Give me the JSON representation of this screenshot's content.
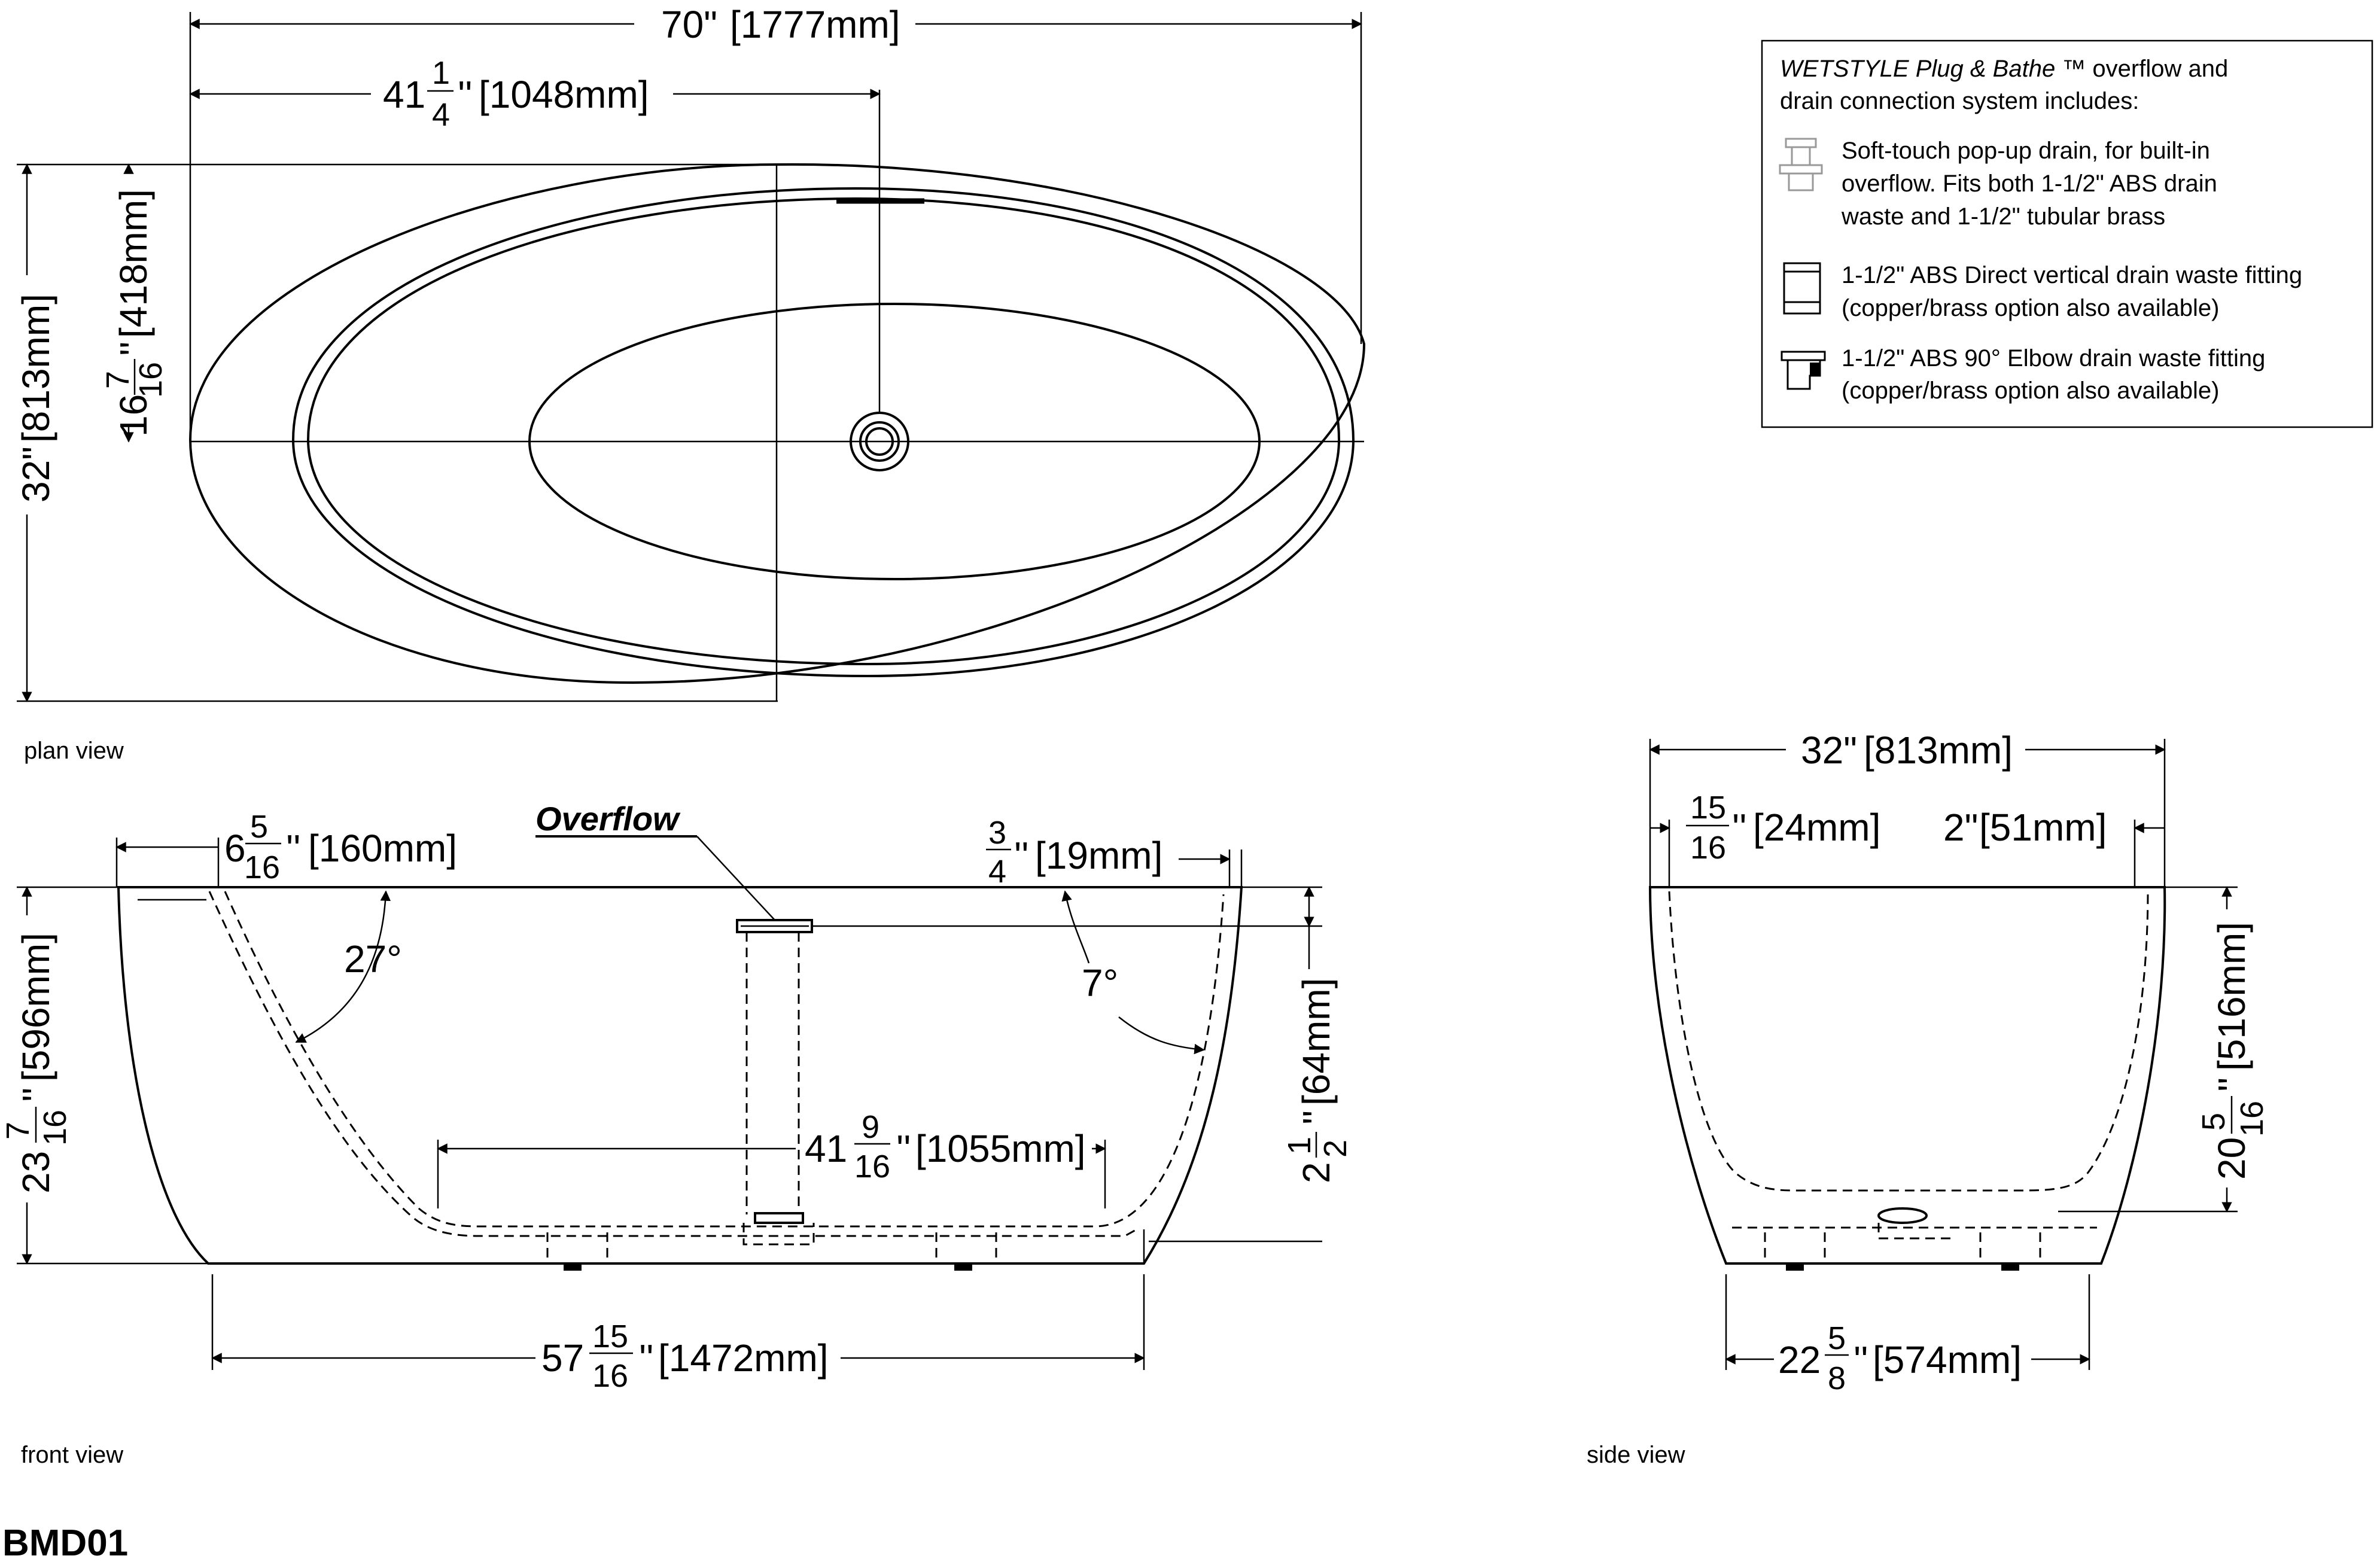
{
  "drawing_id": "BMD01",
  "views": {
    "plan": "plan view",
    "front": "front view",
    "side": "side view"
  },
  "plan": {
    "length_in": "70\"",
    "length_mm": "[1777mm]",
    "drain_x_whole": "41",
    "drain_x_num": "1",
    "drain_x_den": "4",
    "drain_x_mm": "[1048mm]",
    "width_in": "32\"",
    "width_mm": "[813mm]",
    "drain_y_whole": "16",
    "drain_y_num": "7",
    "drain_y_den": "16",
    "drain_y_mm": "[418mm]"
  },
  "front": {
    "overflow_label": "Overflow",
    "backrest_whole": "6",
    "backrest_num": "5",
    "backrest_den": "16",
    "backrest_mm": "[160mm]",
    "rim_num": "3",
    "rim_den": "4",
    "rim_mm": "[19mm]",
    "angle_back": "27°",
    "angle_front": "7°",
    "height_whole": "23",
    "height_num": "7",
    "height_den": "16",
    "height_mm": "[596mm]",
    "overflow_drop_whole": "2",
    "overflow_drop_num": "1",
    "overflow_drop_den": "2",
    "overflow_drop_mm": "[64mm]",
    "interior_whole": "41",
    "interior_num": "9",
    "interior_den": "16",
    "interior_mm": "[1055mm]",
    "base_whole": "57",
    "base_num": "15",
    "base_den": "16",
    "base_mm": "[1472mm]"
  },
  "side": {
    "width_in": "32\"",
    "width_mm": "[813mm]",
    "wall_num": "15",
    "wall_den": "16",
    "wall_mm": "[24mm]",
    "wall2_in": "2\"",
    "wall2_mm": "[51mm]",
    "depth_whole": "20",
    "depth_num": "5",
    "depth_den": "16",
    "depth_mm": "[516mm]",
    "base_whole": "22",
    "base_num": "5",
    "base_den": "8",
    "base_mm": "[574mm]"
  },
  "legend": {
    "intro_italic": "WETSTYLE Plug & Bathe",
    "intro_rest": " ™ overflow  and",
    "intro_line2": "drain connection system includes:",
    "items": [
      {
        "icon": "popup-drain-icon",
        "lines": [
          "Soft-touch pop-up drain, for built-in",
          "overflow. Fits both 1-1/2\" ABS drain",
          "waste and 1-1/2\" tubular brass"
        ]
      },
      {
        "icon": "vertical-fitting-icon",
        "lines": [
          "1-1/2\" ABS Direct vertical drain waste fitting",
          "(copper/brass option also available)"
        ]
      },
      {
        "icon": "elbow-fitting-icon",
        "lines": [
          "1-1/2\" ABS 90° Elbow drain waste fitting",
          "(copper/brass option also available)"
        ]
      }
    ]
  }
}
